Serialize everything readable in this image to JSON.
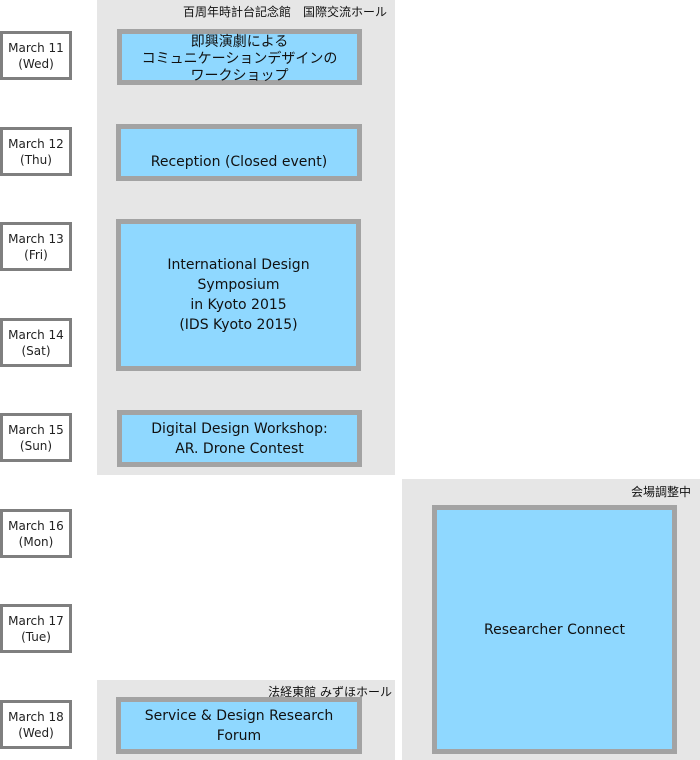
{
  "venues": {
    "centennial": "百周年時計台記念館　国際交流ホール",
    "adjusting": "会場調整中",
    "hokei": "法経東館 みずほホール"
  },
  "dates": [
    {
      "date": "March 11",
      "day": "(Wed)"
    },
    {
      "date": "March 12",
      "day": "(Thu)"
    },
    {
      "date": "March 13",
      "day": "(Fri)"
    },
    {
      "date": "March 14",
      "day": "(Sat)"
    },
    {
      "date": "March 15",
      "day": "(Sun)"
    },
    {
      "date": "March 16",
      "day": "(Mon)"
    },
    {
      "date": "March 17",
      "day": "(Tue)"
    },
    {
      "date": "March 18",
      "day": "(Wed)"
    }
  ],
  "events": {
    "workshop": {
      "lines": [
        "即興演劇による",
        "コミュニケーションデザインの",
        "ワークショップ"
      ]
    },
    "reception": {
      "lines": [
        "Reception (Closed event)"
      ]
    },
    "symposium": {
      "lines": [
        "International Design",
        "Symposium",
        "in Kyoto 2015",
        "(IDS Kyoto 2015)"
      ]
    },
    "digital": {
      "lines": [
        "Digital Design Workshop:",
        "AR. Drone Contest"
      ]
    },
    "researcher": {
      "lines": [
        "Researcher Connect"
      ]
    },
    "forum": {
      "lines": [
        "Service & Design Research Forum"
      ]
    }
  }
}
